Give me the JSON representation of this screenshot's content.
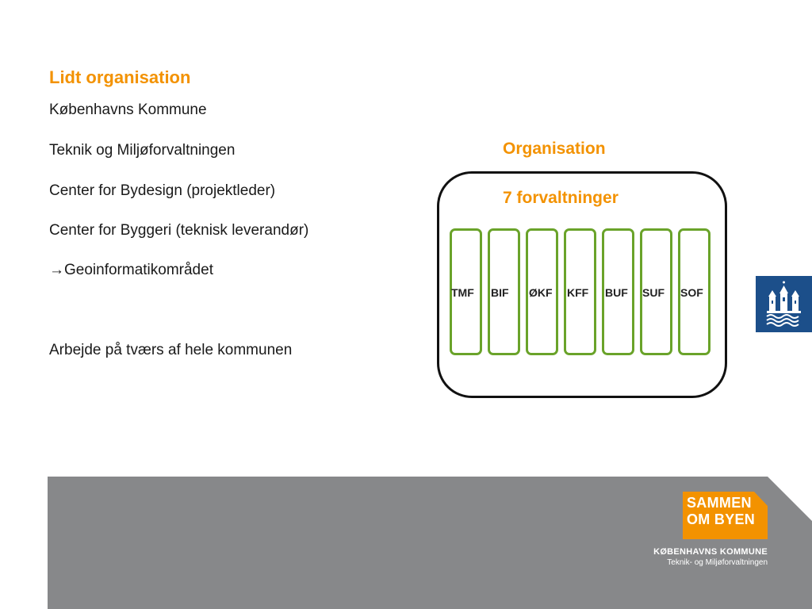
{
  "slide": {
    "title": "Lidt organisation",
    "lines": [
      "Københavns Kommune",
      "Teknik og Miljøforvaltningen",
      "Center for Bydesign (projektleder)",
      "Center for Byggeri (teknisk leverandør)",
      "Geoinformatikområdet",
      "Arbejde på tværs af hele kommunen"
    ],
    "arrow_glyph": "→"
  },
  "organisation": {
    "heading": "Organisation",
    "subheading": "7 forvaltninger",
    "units": [
      "TMF",
      "BIF",
      "ØKF",
      "KFF",
      "BUF",
      "SUF",
      "SOF"
    ],
    "unit_border_color": "#6aa32a"
  },
  "crest": {
    "icon": "copenhagen-crest-icon",
    "color": "#1c4f8a"
  },
  "footer": {
    "campaign_line1": "SAMMEN",
    "campaign_line2": "OM BYEN",
    "org_name": "KØBENHAVNS KOMMUNE",
    "dept_name": "Teknik- og Miljøforvaltningen",
    "accent_color": "#f39200",
    "band_color": "#87888a"
  }
}
